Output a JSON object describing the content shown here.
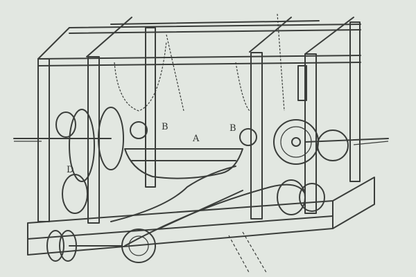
{
  "figure": {
    "labels": {
      "b_left": "B",
      "a": "A",
      "b_right": "B",
      "d": "D"
    },
    "colors": {
      "paper": "#e2e7e1",
      "ink": "#3a3d3a"
    }
  }
}
